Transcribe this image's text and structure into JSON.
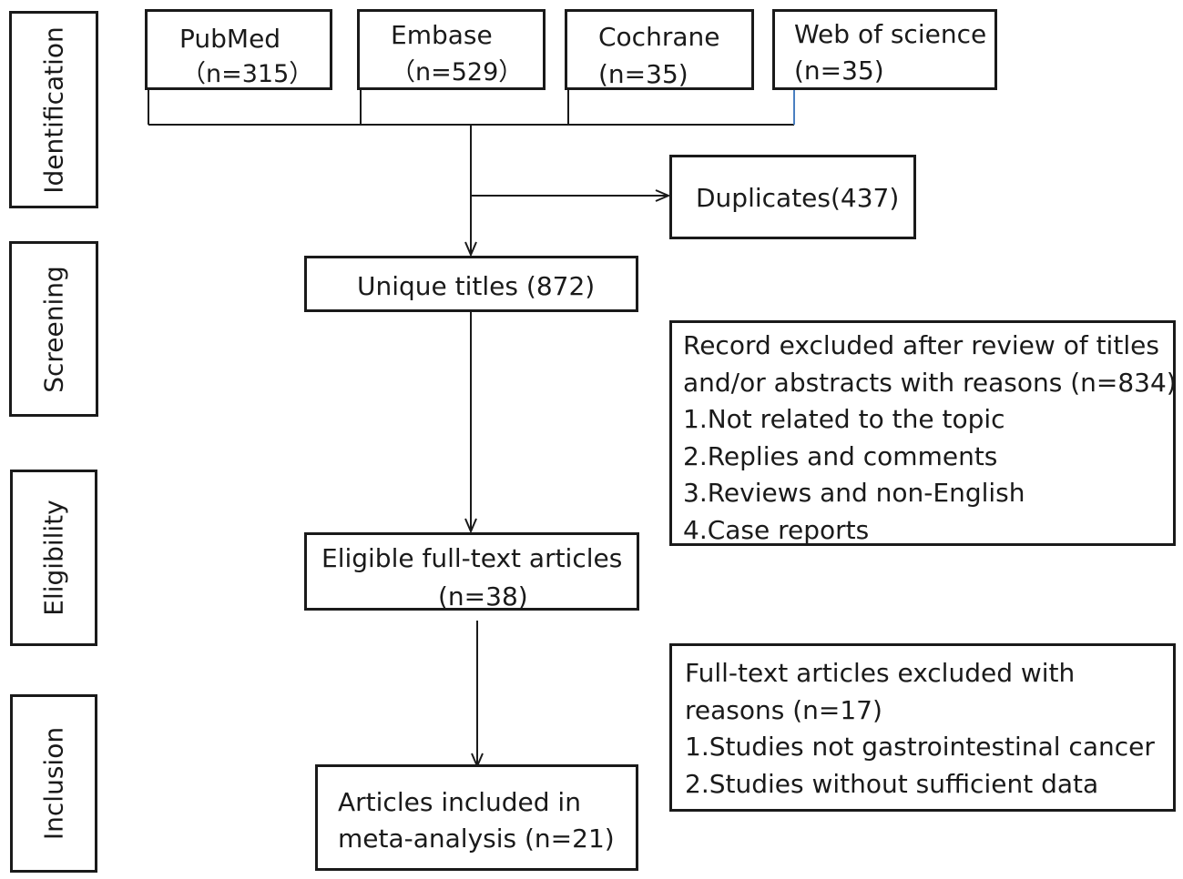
{
  "stages": [
    {
      "key": "identification",
      "label": "Identification"
    },
    {
      "key": "screening",
      "label": "Screening"
    },
    {
      "key": "eligibility",
      "label": "Eligibility"
    },
    {
      "key": "inclusion",
      "label": "Inclusion"
    }
  ],
  "sources": {
    "pubmed": {
      "name": "PubMed",
      "count": "（n=315）"
    },
    "embase": {
      "name": "Embase",
      "count": "（n=529）"
    },
    "cochrane": {
      "name": "Cochrane",
      "count": "(n=35)"
    },
    "wos": {
      "name": "Web of science",
      "count": "(n=35)"
    }
  },
  "duplicates": "Duplicates(437)",
  "unique_titles": "Unique titles (872)",
  "excluded_screening": {
    "lines": [
      "Record excluded after review of titles",
      "and/or abstracts with reasons (n=834)",
      "1.Not  related to the topic",
      "2.Replies  and comments",
      "3.Reviews  and non-English",
      "4.Case reports"
    ]
  },
  "eligible": {
    "line1": "Eligible full-text articles",
    "line2": "(n=38)"
  },
  "excluded_fulltext": {
    "lines": [
      "Full-text articles excluded with",
      "reasons (n=17)",
      "1.Studies  not gastrointestinal cancer",
      "2.Studies without sufficient data"
    ]
  },
  "included": {
    "line1": "Articles included in",
    "line2": "meta-analysis (n=21)"
  },
  "colors": {
    "stroke": "#1a1a1a",
    "accent_line": "#4a7fc1"
  }
}
